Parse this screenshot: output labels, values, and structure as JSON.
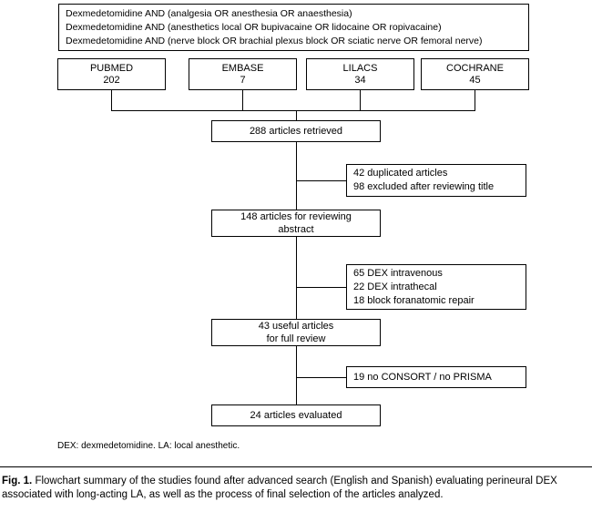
{
  "figure": {
    "search_box": {
      "lines": [
        "Dexmedetomidine AND (analgesia OR anesthesia OR anaesthesia)",
        "Dexmedetomidine AND (anesthetics local OR bupivacaine OR lidocaine OR ropivacaine)",
        "Dexmedetomidine AND (nerve block OR brachial plexus block OR sciatic nerve OR femoral nerve)"
      ]
    },
    "databases": [
      {
        "name": "PUBMED",
        "count": "202"
      },
      {
        "name": "EMBASE",
        "count": "7"
      },
      {
        "name": "LILACS",
        "count": "34"
      },
      {
        "name": "COCHRANE",
        "count": "45"
      }
    ],
    "stages": [
      {
        "id": "retrieved",
        "lines": [
          "288 articles retrieved"
        ]
      },
      {
        "id": "abstract",
        "lines": [
          "148 articles for reviewing",
          "abstract"
        ]
      },
      {
        "id": "useful",
        "lines": [
          "43 useful articles",
          "for full review"
        ]
      },
      {
        "id": "evaluated",
        "lines": [
          "24 articles evaluated"
        ]
      }
    ],
    "exclusions": [
      {
        "id": "excl1",
        "lines": [
          "42 duplicated articles",
          "98 excluded after reviewing title"
        ]
      },
      {
        "id": "excl2",
        "lines": [
          "65 DEX intravenous",
          "22 DEX intrathecal",
          "18 block foranatomic repair"
        ]
      },
      {
        "id": "excl3",
        "lines": [
          "19 no CONSORT / no PRISMA"
        ]
      }
    ],
    "footnote": "DEX: dexmedetomidine. LA: local anesthetic.",
    "caption": {
      "label": "Fig. 1.",
      "text": "Flowchart summary of the studies found after advanced search (English and Spanish) evaluating perineural DEX associated with long-acting LA, as well as the process of final selection of the articles analyzed."
    }
  }
}
